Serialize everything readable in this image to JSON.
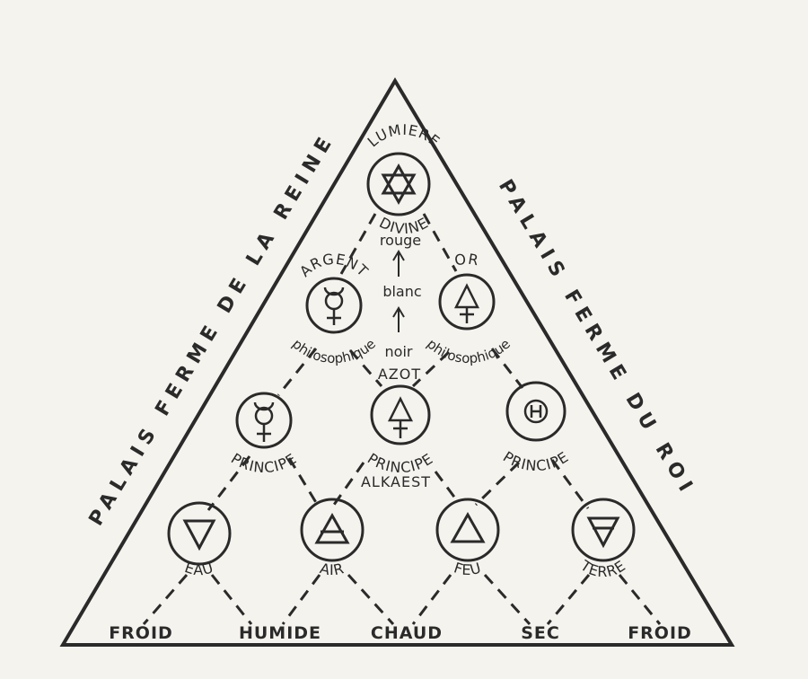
{
  "side_labels": {
    "left": "PALAIS FERME DE LA REINE",
    "right": "PALAIS FERME DU ROI"
  },
  "top_node": {
    "upper": "LUMIERE",
    "lower": "DIVINE"
  },
  "stages": {
    "rouge": "rouge",
    "blanc": "blanc",
    "noir": "noir"
  },
  "middle_row": {
    "argent_upper": "ARGENT",
    "argent_lower": "philosophique",
    "or_upper": "OR",
    "or_lower": "philosophique"
  },
  "principles": {
    "azot": "AZOT",
    "left": "PRINCIPE",
    "center": "PRINCIPE",
    "right": "PRINCIPE",
    "alkaest": "ALKAEST"
  },
  "elements": [
    "EAU",
    "AIR",
    "FEU",
    "TERRE"
  ],
  "qualities": [
    "FROID",
    "HUMIDE",
    "CHAUD",
    "SEC",
    "FROID"
  ]
}
